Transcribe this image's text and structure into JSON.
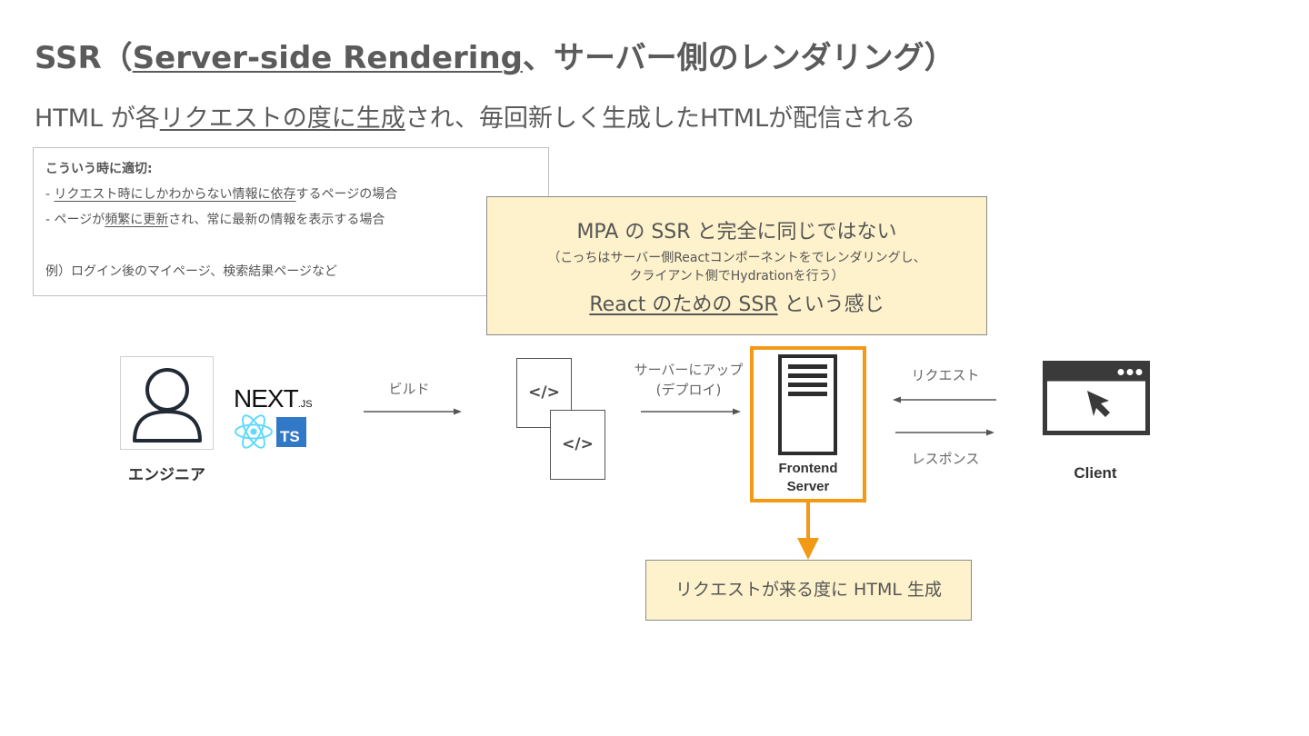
{
  "title": {
    "prefix": "SSR（",
    "underlined": "Server-side Rendering",
    "suffix": "、サーバー側のレンダリング）"
  },
  "subtitle": {
    "prefix": "HTML が各",
    "underlined": "リクエストの度に生成",
    "suffix": "され、毎回新しく生成したHTMLが配信される"
  },
  "info_box": {
    "heading": "こういう時に適切:",
    "item1": {
      "prefix": "- ",
      "underlined": "リクエスト時にしかわからない情報に依存",
      "suffix": "するページの場合"
    },
    "item2": {
      "prefix": "- ページが",
      "underlined": "頻繁に更新",
      "suffix": "され、常に最新の情報を表示する場合"
    },
    "example": "例）ログイン後のマイページ、検索結果ページなど"
  },
  "note_box": {
    "main": "MPA の SSR と完全に同じではない",
    "detail_line1": "（こっちはサーバー側Reactコンポーネントをでレンダリングし、",
    "detail_line2": "クライアント側でHydrationを行う）",
    "bottom_underlined": "React のための SSR",
    "bottom_suffix": " という感じ"
  },
  "diagram": {
    "engineer_label": "エンジニア",
    "nextjs_logo_main": "NEXT",
    "nextjs_logo_sub": ".JS",
    "ts_badge": "TS",
    "build_label": "ビルド",
    "code_symbol": "</>",
    "deploy_label_line1": "サーバーにアップ",
    "deploy_label_line2": "(デプロイ)",
    "server_label_line1": "Frontend",
    "server_label_line2": "Server",
    "request_label": "リクエスト",
    "response_label": "レスポンス",
    "client_label": "Client",
    "result_box": "リクエストが来る度に HTML 生成"
  },
  "colors": {
    "accent_orange": "#f29a16",
    "note_fill": "#fef2cc",
    "react_blue": "#61dafb",
    "ts_blue": "#3178c6",
    "text_gray": "#555555"
  },
  "icons": [
    "person-icon",
    "nextjs-logo",
    "react-icon",
    "typescript-icon",
    "code-file-icon",
    "server-icon",
    "browser-window-icon",
    "cursor-icon",
    "arrow-icon"
  ]
}
